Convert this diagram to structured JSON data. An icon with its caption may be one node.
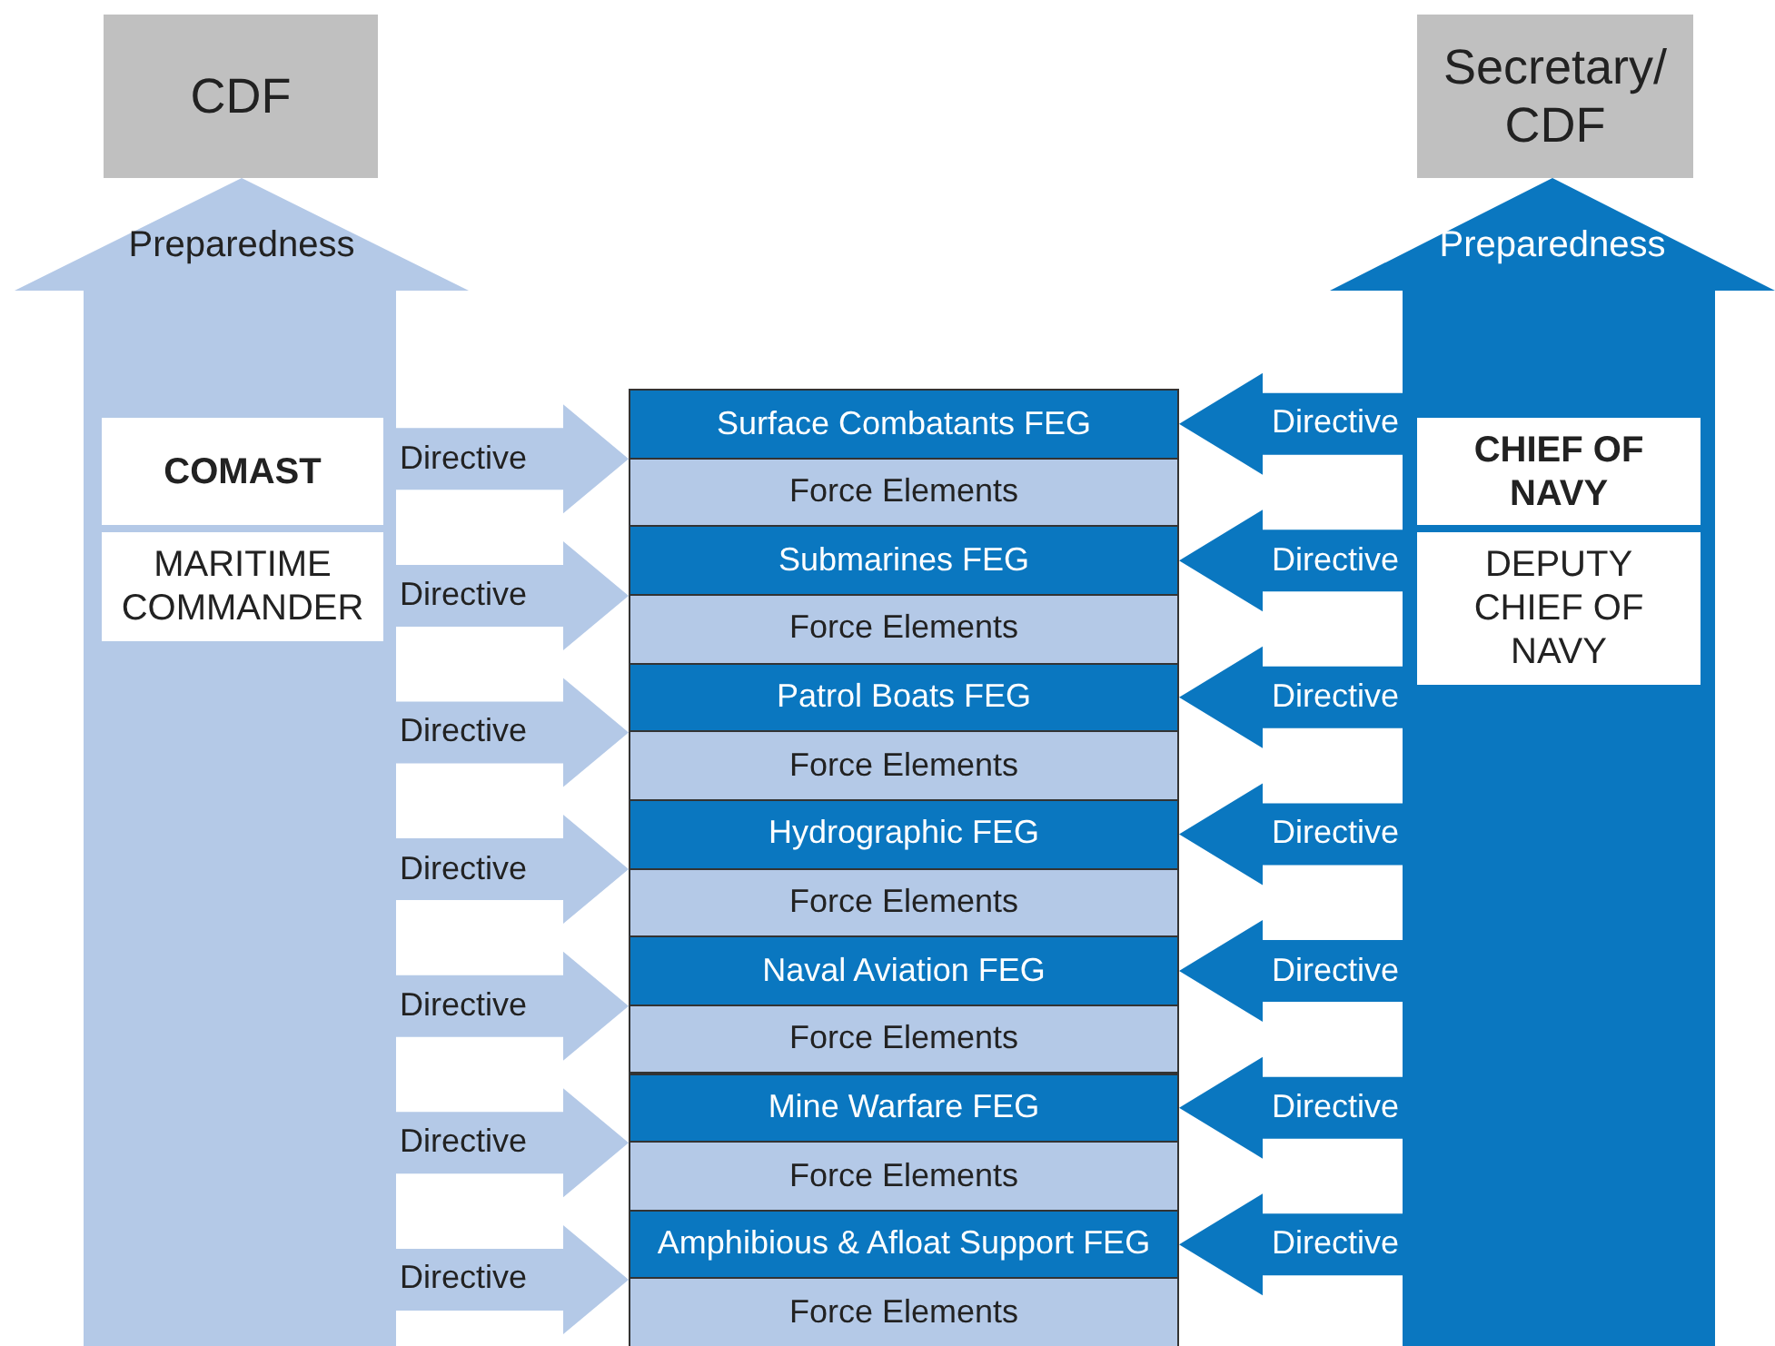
{
  "diagram": {
    "nodes": [
      {
        "text": [
          "CDF"
        ]
      },
      {
        "text": [
          "Preparedness"
        ]
      },
      {
        "text": [
          "COMAST"
        ],
        "in": 1
      },
      {
        "text": [
          "MARITIME COMMANDER"
        ],
        "in": 1
      },
      {
        "text": [
          "Secretary/ CDF"
        ]
      },
      {
        "text": [
          "Preparedness"
        ]
      },
      {
        "text": [
          "CHIEF OF NAVY"
        ],
        "in": 5
      },
      {
        "text": [
          "DEPUTY CHIEF OF NAVY"
        ],
        "in": 5
      },
      {
        "text": [
          "Surface Combatants FEG"
        ]
      },
      {
        "text": [
          "Force Elements"
        ]
      },
      {
        "text": [
          "Submarines FEG"
        ]
      },
      {
        "text": [
          "Force Elements"
        ]
      },
      {
        "text": [
          "Patrol Boats FEG"
        ]
      },
      {
        "text": [
          "Force Elements"
        ]
      },
      {
        "text": [
          "Hydrographic FEG"
        ]
      },
      {
        "text": [
          "Force Elements"
        ]
      },
      {
        "text": [
          "Naval Aviation FEG"
        ]
      },
      {
        "text": [
          "Force Elements"
        ]
      },
      {
        "text": [
          "Mine Warfare FEG"
        ]
      },
      {
        "text": [
          "Force Elements"
        ]
      },
      {
        "text": [
          "Amphibious & Afloat Support FEG"
        ]
      },
      {
        "text": [
          "Force Elements"
        ]
      }
    ],
    "edges": [
      {
        "from": 1,
        "to": 8,
        "arrow": "to",
        "label": "Directive"
      },
      {
        "from": 1,
        "to": 10,
        "arrow": "to",
        "label": "Directive"
      },
      {
        "from": 1,
        "to": 12,
        "arrow": "to",
        "label": "Directive"
      },
      {
        "from": 1,
        "to": 14,
        "arrow": "to",
        "label": "Directive"
      },
      {
        "from": 1,
        "to": 16,
        "arrow": "to",
        "label": "Directive"
      },
      {
        "from": 1,
        "to": 18,
        "arrow": "to",
        "label": "Directive"
      },
      {
        "from": 1,
        "to": 20,
        "arrow": "to",
        "label": "Directive"
      },
      {
        "from": 5,
        "to": 8,
        "arrow": "to",
        "label": "Directive"
      },
      {
        "from": 5,
        "to": 10,
        "arrow": "to",
        "label": "Directive"
      },
      {
        "from": 5,
        "to": 12,
        "arrow": "to",
        "label": "Directive"
      },
      {
        "from": 5,
        "to": 14,
        "arrow": "to",
        "label": "Directive"
      },
      {
        "from": 5,
        "to": 16,
        "arrow": "to",
        "label": "Directive"
      },
      {
        "from": 5,
        "to": 18,
        "arrow": "to",
        "label": "Directive"
      },
      {
        "from": 5,
        "to": 20,
        "arrow": "to",
        "label": "Directive"
      }
    ]
  }
}
